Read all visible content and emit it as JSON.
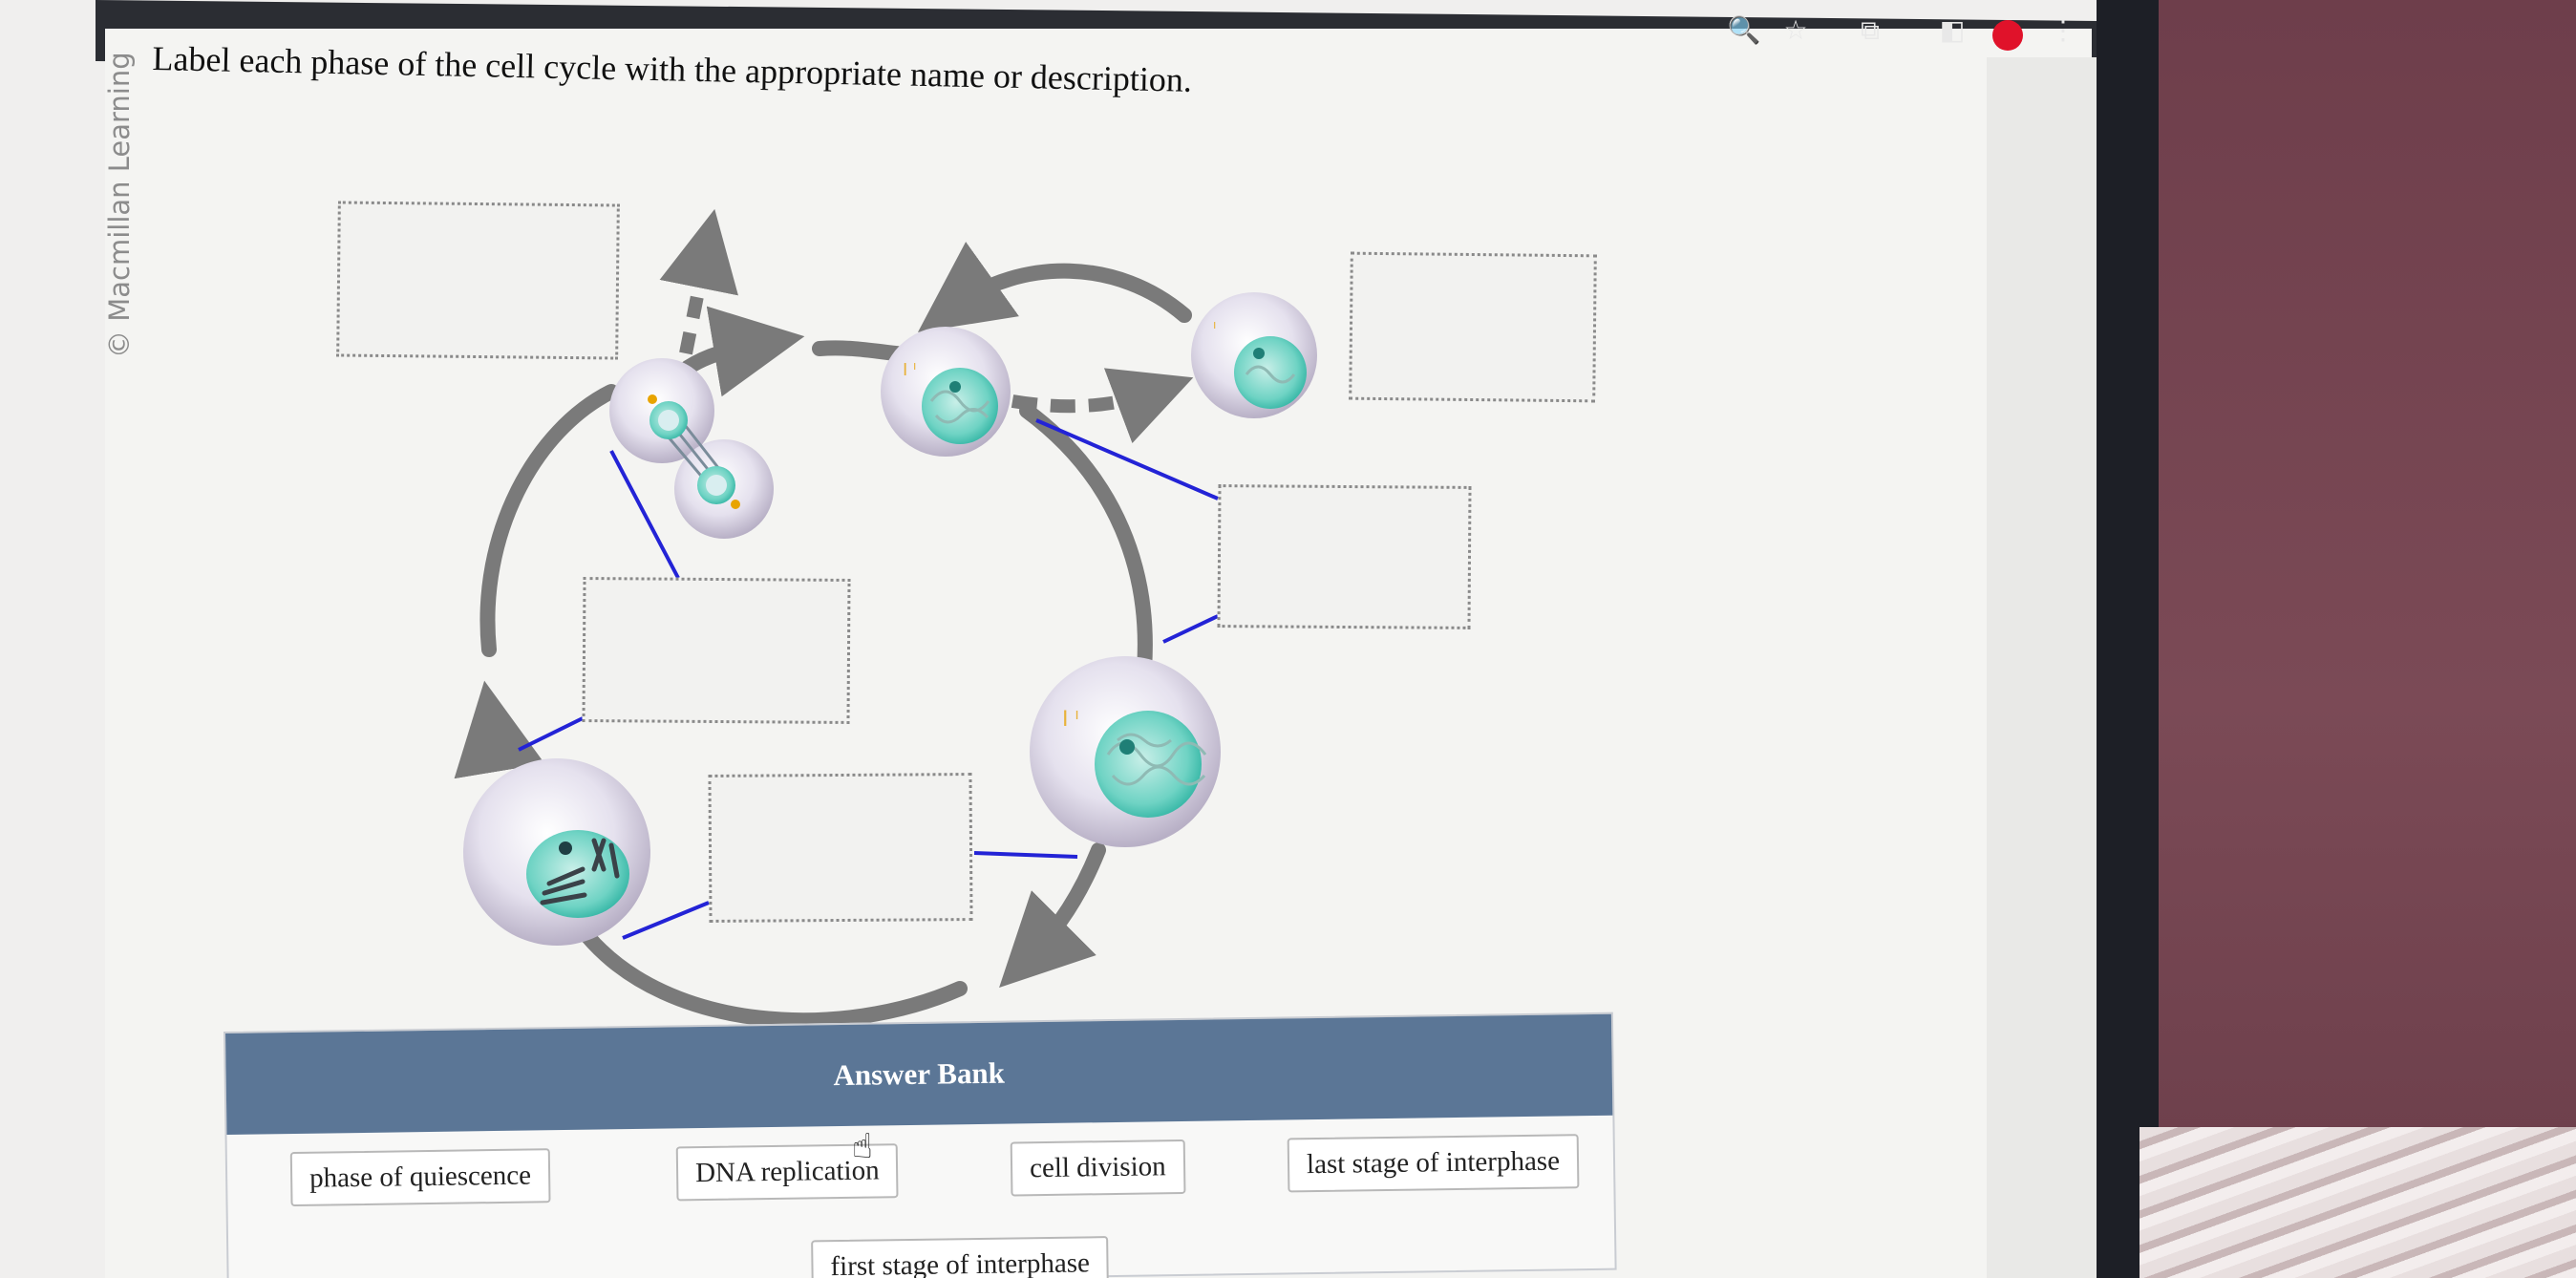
{
  "credit": "© Macmillan Learning",
  "instruction": "Label each phase of the cell cycle with the appropriate name or description.",
  "toolbar": {
    "icons": [
      "zoom-icon",
      "star-icon",
      "extensions-icon",
      "sidebar-icon",
      "profile-avatar",
      "kebab-menu-icon"
    ],
    "zoom_glyph": "🔍",
    "star_glyph": "☆",
    "extension_glyph": "⧉",
    "sidebar_glyph": "◧",
    "menu_glyph": "⋮",
    "profile_color": "#e0122a"
  },
  "answer_bank": {
    "title": "Answer Bank",
    "chips": [
      "phase of quiescence",
      "DNA replication",
      "cell division",
      "last stage of interphase",
      "first stage of interphase"
    ]
  },
  "colors": {
    "header": "#5b7696",
    "leader_lines": "#2323d6",
    "cycle_arrows": "#7a7a7a",
    "nucleus": "#3fbfb0"
  },
  "cursor_glyph": "☝"
}
